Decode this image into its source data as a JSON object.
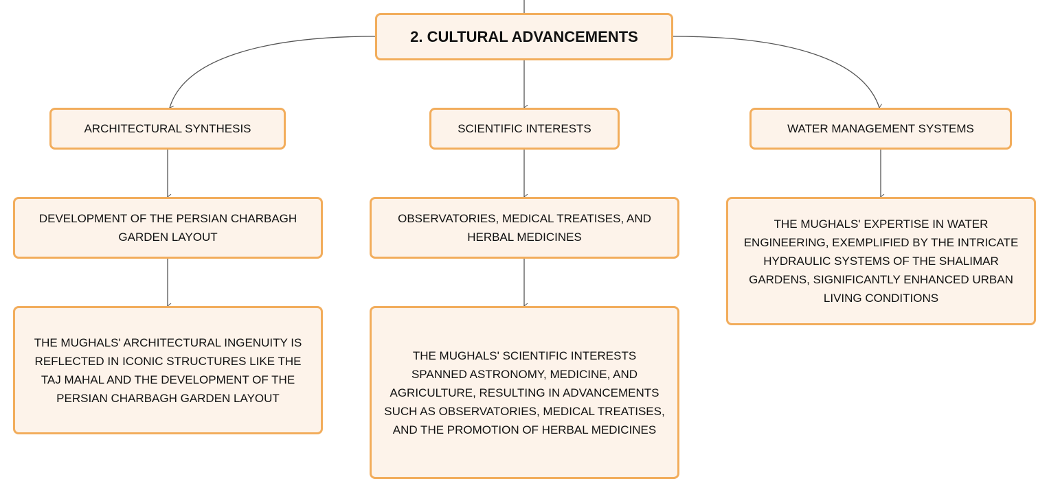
{
  "root": {
    "label": "2. CULTURAL ADVANCEMENTS"
  },
  "branches": [
    {
      "title": "ARCHITECTURAL SYNTHESIS",
      "summary": "DEVELOPMENT OF THE PERSIAN CHARBAGH GARDEN LAYOUT",
      "detail": "THE MUGHALS' ARCHITECTURAL INGENUITY IS REFLECTED IN ICONIC STRUCTURES LIKE THE TAJ MAHAL AND THE DEVELOPMENT OF THE PERSIAN CHARBAGH GARDEN LAYOUT"
    },
    {
      "title": "SCIENTIFIC INTERESTS",
      "summary": "OBSERVATORIES, MEDICAL TREATISES, AND HERBAL MEDICINES",
      "detail": "THE MUGHALS' SCIENTIFIC INTERESTS SPANNED ASTRONOMY, MEDICINE, AND AGRICULTURE, RESULTING IN ADVANCEMENTS SUCH AS OBSERVATORIES, MEDICAL TREATISES, AND THE PROMOTION OF HERBAL MEDICINES"
    },
    {
      "title": "WATER MANAGEMENT SYSTEMS",
      "detail": "THE MUGHALS' EXPERTISE IN WATER ENGINEERING, EXEMPLIFIED BY THE INTRICATE HYDRAULIC SYSTEMS OF THE SHALIMAR GARDENS, SIGNIFICANTLY ENHANCED URBAN LIVING CONDITIONS"
    }
  ],
  "colors": {
    "node_fill": "#fdf3ea",
    "node_border": "#f2ad5c",
    "connector": "#555555",
    "text": "#111111"
  }
}
